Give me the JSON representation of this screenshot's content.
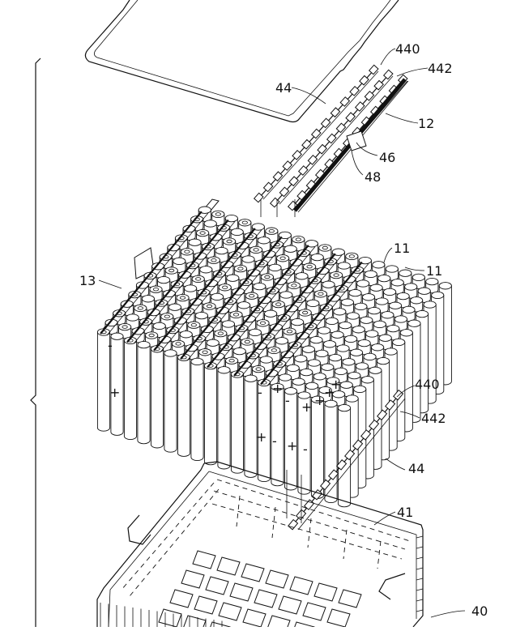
{
  "labels": {
    "l440_top": "440",
    "l442_top": "442",
    "l44_top": "44",
    "l12": "12",
    "l46": "46",
    "l48": "48",
    "l11_a": "11",
    "l11_b": "11",
    "l13": "13",
    "l440_bot": "440",
    "l442_bot": "442",
    "l44_bot": "44",
    "l41": "41",
    "l40": "40"
  },
  "signs": {
    "minus": "-",
    "plus": "+"
  }
}
